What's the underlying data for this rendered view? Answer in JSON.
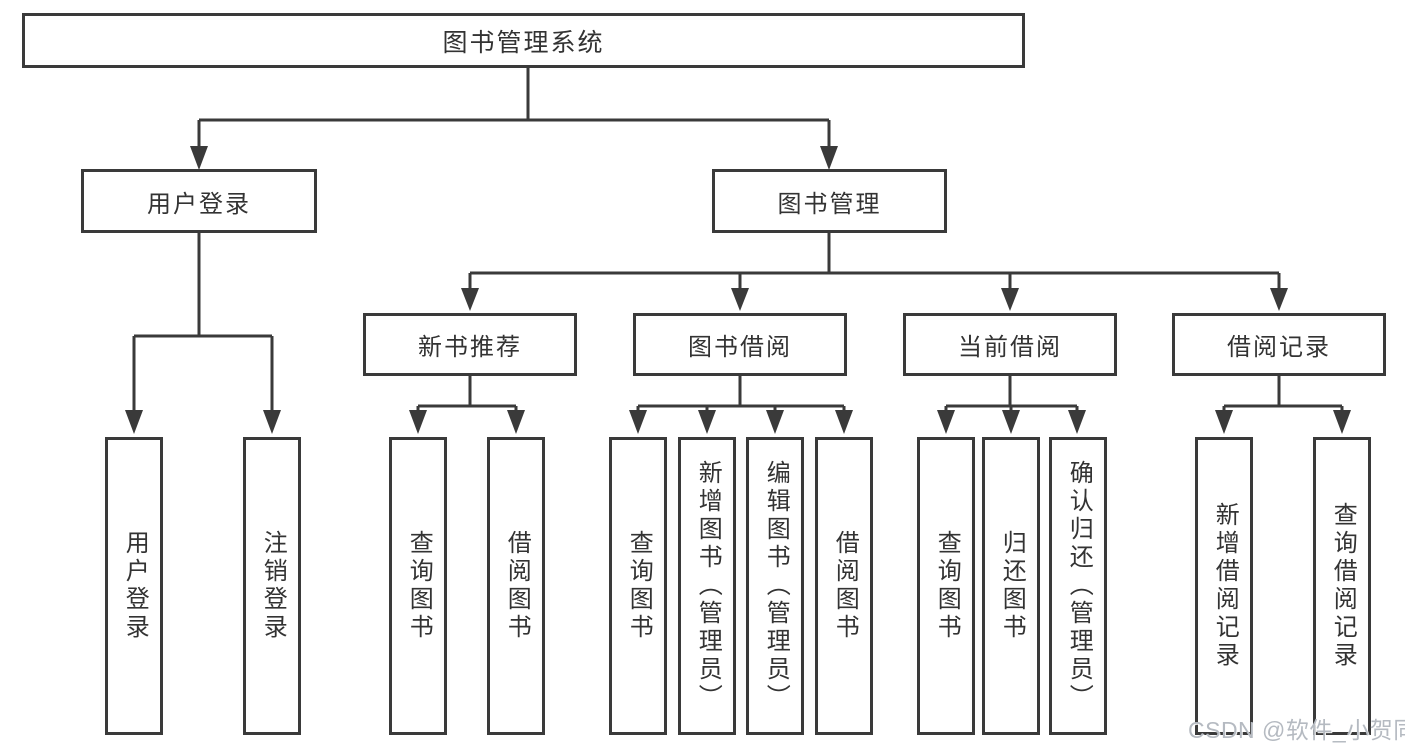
{
  "diagram_title": "图书管理系统",
  "colors": {
    "line": "#3a3a3a",
    "box_border": "#3a3a3a",
    "text": "#333333",
    "watermark": "#b5bac1",
    "background": "#ffffff"
  },
  "tree": {
    "label": "图书管理系统",
    "children": [
      {
        "label": "用户登录",
        "children": [
          {
            "label": "用户登录"
          },
          {
            "label": "注销登录"
          }
        ]
      },
      {
        "label": "图书管理",
        "children": [
          {
            "label": "新书推荐",
            "children": [
              {
                "label": "查询图书"
              },
              {
                "label": "借阅图书"
              }
            ]
          },
          {
            "label": "图书借阅",
            "children": [
              {
                "label": "查询图书"
              },
              {
                "label": "新增图书（管理员）"
              },
              {
                "label": "编辑图书（管理员）"
              },
              {
                "label": "借阅图书"
              }
            ]
          },
          {
            "label": "当前借阅",
            "children": [
              {
                "label": "查询图书"
              },
              {
                "label": "归还图书"
              },
              {
                "label": "确认归还（管理员）"
              }
            ]
          },
          {
            "label": "借阅记录",
            "children": [
              {
                "label": "新增借阅记录"
              },
              {
                "label": "查询借阅记录"
              }
            ]
          }
        ]
      }
    ]
  },
  "watermark": {
    "text": "CSDN @软件_小贺同学"
  }
}
